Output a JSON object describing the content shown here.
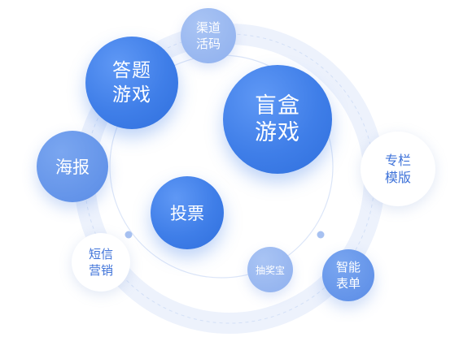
{
  "bubbles": {
    "blindbox": [
      "盲盒",
      "游戏"
    ],
    "quiz": [
      "答题",
      "游戏"
    ],
    "channel_code": [
      "渠道",
      "活码"
    ],
    "poster": [
      "海报"
    ],
    "vote": [
      "投票"
    ],
    "column_template": [
      "专栏",
      "模版"
    ],
    "sms_marketing": [
      "短信",
      "营销"
    ],
    "lottery": [
      "抽奖宝"
    ],
    "smart_form": [
      "智能",
      "表单"
    ]
  },
  "colors": {
    "primary": "#3f7ee8",
    "mid": "#5a8ce6",
    "light": "#8fb0ee",
    "white_text": "#3f73d9",
    "ring": "#dfe9fa"
  }
}
